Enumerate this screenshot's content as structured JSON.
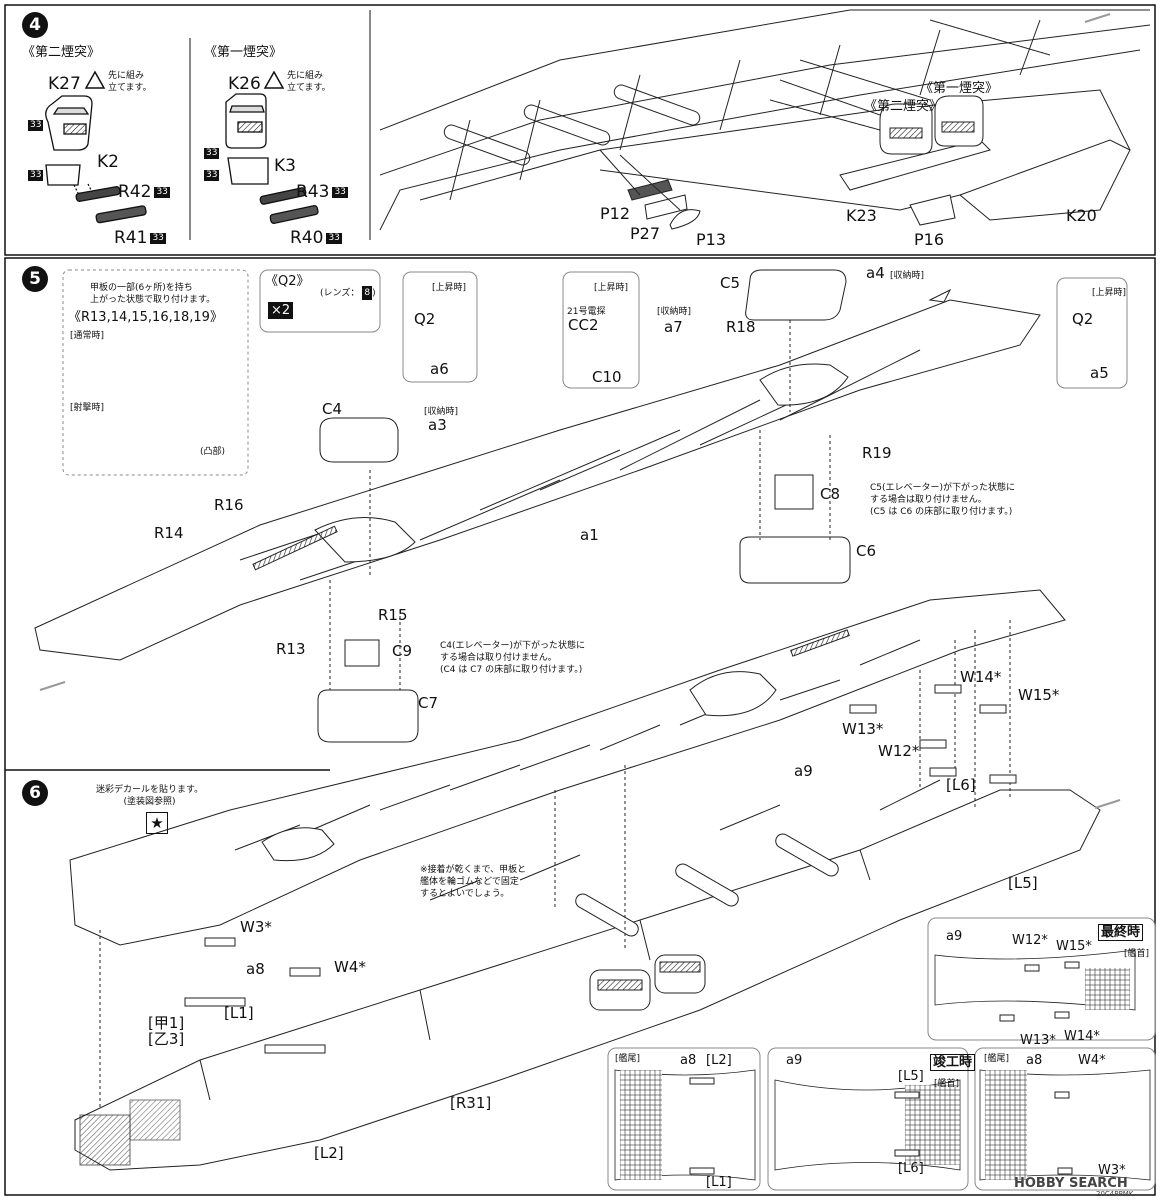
{
  "steps": {
    "s4": "4",
    "s5": "5",
    "s6": "6"
  },
  "step4": {
    "funnel2": "《第二煙突》",
    "funnel1": "《第一煙突》",
    "note": "先に組み\n立てます。",
    "parts": {
      "K27": "K27",
      "K2": "K2",
      "R42": "R42",
      "R41": "R41",
      "K26": "K26",
      "K3": "K3",
      "R43": "R43",
      "R40": "R40",
      "num33": "33",
      "P12": "P12",
      "P27": "P27",
      "P13": "P13",
      "K23": "K23",
      "P16": "P16",
      "K20": "K20"
    },
    "funnel2_main": "《第二煙突》",
    "funnel1_main": "《第一煙突》"
  },
  "step5": {
    "box1_text": "甲板の一部(6ヶ所)を持ち\n上がった状態で取り付けます。",
    "box1_parts": "《R13,14,15,16,18,19》",
    "box1_normal": "[通常時]",
    "box1_fire": "[射撃時]",
    "box1_convex": "(凸部)",
    "q2_title": "《Q2》",
    "q2_times": "×2",
    "q2_lens": "(レンズ：",
    "q2_lens_num": "8",
    "raised": "[上昇時]",
    "stowed": "[収納時]",
    "radar": "21号電探",
    "parts": {
      "Q2a": "Q2",
      "a6": "a6",
      "a3": "a3",
      "CC2": "CC2",
      "C10": "C10",
      "a7": "a7",
      "R18": "R18",
      "C5": "C5",
      "a4": "a4",
      "a5": "a5",
      "Q2b": "Q2",
      "C4": "C4",
      "R16": "R16",
      "R14": "R14",
      "a1": "a1",
      "R19": "R19",
      "C8": "C8",
      "C6": "C6",
      "R15": "R15",
      "R13": "R13",
      "C9": "C9",
      "C7": "C7",
      "W14": "W14*",
      "W15": "W15*",
      "W13": "W13*",
      "W12": "W12*",
      "a9": "a9",
      "L6": "[L6]",
      "L5": "[L5]"
    },
    "c5_note": "C5(エレベーター)が下がった状態に\nする場合は取り付けません。\n(C5 は C6 の床部に取り付けます。)",
    "c4_note": "C4(エレベーター)が下がった状態に\nする場合は取り付けません。\n(C4 は C7 の床部に取り付けます。)"
  },
  "step6": {
    "decal": "迷彩デカールを貼ります。\n(塗装図参照)",
    "glue_note": "※接着が乾くまで、甲板と\n艦体を輪ゴムなどで固定\nするとよいでしょう。",
    "parts": {
      "W3": "W3*",
      "a8": "a8",
      "W4": "W4*",
      "L1": "[L1]",
      "K1": "[甲1]",
      "O3": "[乙3]",
      "R31": "[R31]",
      "L2": "[L2]"
    },
    "final": "最終時",
    "bow": "[艦首]",
    "stern": "[艦尾]",
    "completion": "竣工時",
    "inset_final": {
      "a9": "a9",
      "W12": "W12*",
      "W15": "W15*",
      "W13": "W13*",
      "W14": "W14*"
    },
    "inset1": {
      "a8": "a8",
      "L2": "[L2]",
      "L1": "[L1]"
    },
    "inset2": {
      "a9": "a9",
      "L5": "[L5]",
      "L6": "[L6]"
    },
    "inset3": {
      "a8": "a8",
      "W4": "W4*",
      "W3": "W3*"
    }
  },
  "watermark": {
    "brand": "HOBBY SEARCH",
    "code": "20C4PPMK"
  }
}
